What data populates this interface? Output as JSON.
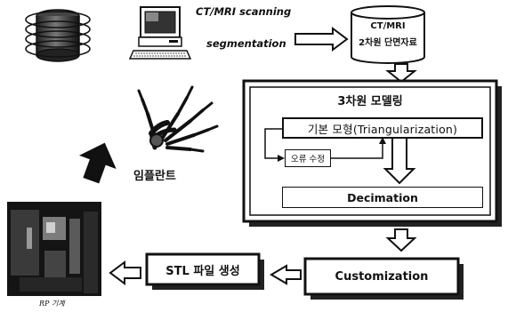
{
  "scan": {
    "line1": "CT/MRI scanning",
    "line2": "segmentation"
  },
  "slice_data": {
    "line1": "CT/MRI",
    "line2": "2차원 단면자료"
  },
  "modeling": {
    "title": "3차원 모델링",
    "base_model": "기본 모형(Triangularization)",
    "error_fix": "오류 수정",
    "decimation": "Decimation"
  },
  "customization": "Customization",
  "stl": "STL 파일 생성",
  "implant": "임플란트",
  "rp_machine": "RP 기계"
}
